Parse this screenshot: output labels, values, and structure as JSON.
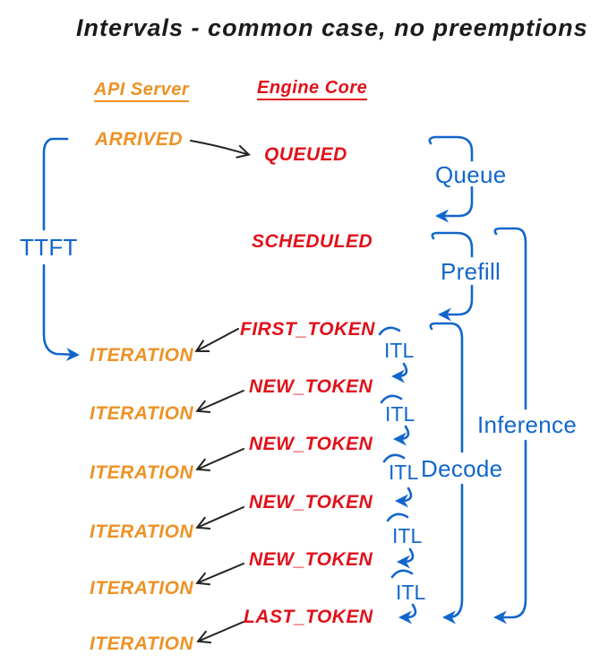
{
  "title": "Intervals - common case, no preemptions",
  "columns": {
    "api_server": "API Server",
    "engine_core": "Engine Core"
  },
  "events": {
    "arrived": "ARRIVED",
    "queued": "QUEUED",
    "scheduled": "SCHEDULED",
    "first_token": "FIRST_TOKEN",
    "new_token": "NEW_TOKEN",
    "last_token": "LAST_TOKEN",
    "iteration": "ITERATION"
  },
  "intervals": {
    "ttft": "TTFT",
    "queue": "Queue",
    "prefill": "Prefill",
    "decode": "Decode",
    "inference": "Inference",
    "itl": "ITL"
  },
  "colors": {
    "api_server_orange": "#ED9225",
    "engine_core_red": "#E0111A",
    "interval_blue": "#1266CB",
    "connector_black": "#222222",
    "background": "#FFFFFF"
  }
}
